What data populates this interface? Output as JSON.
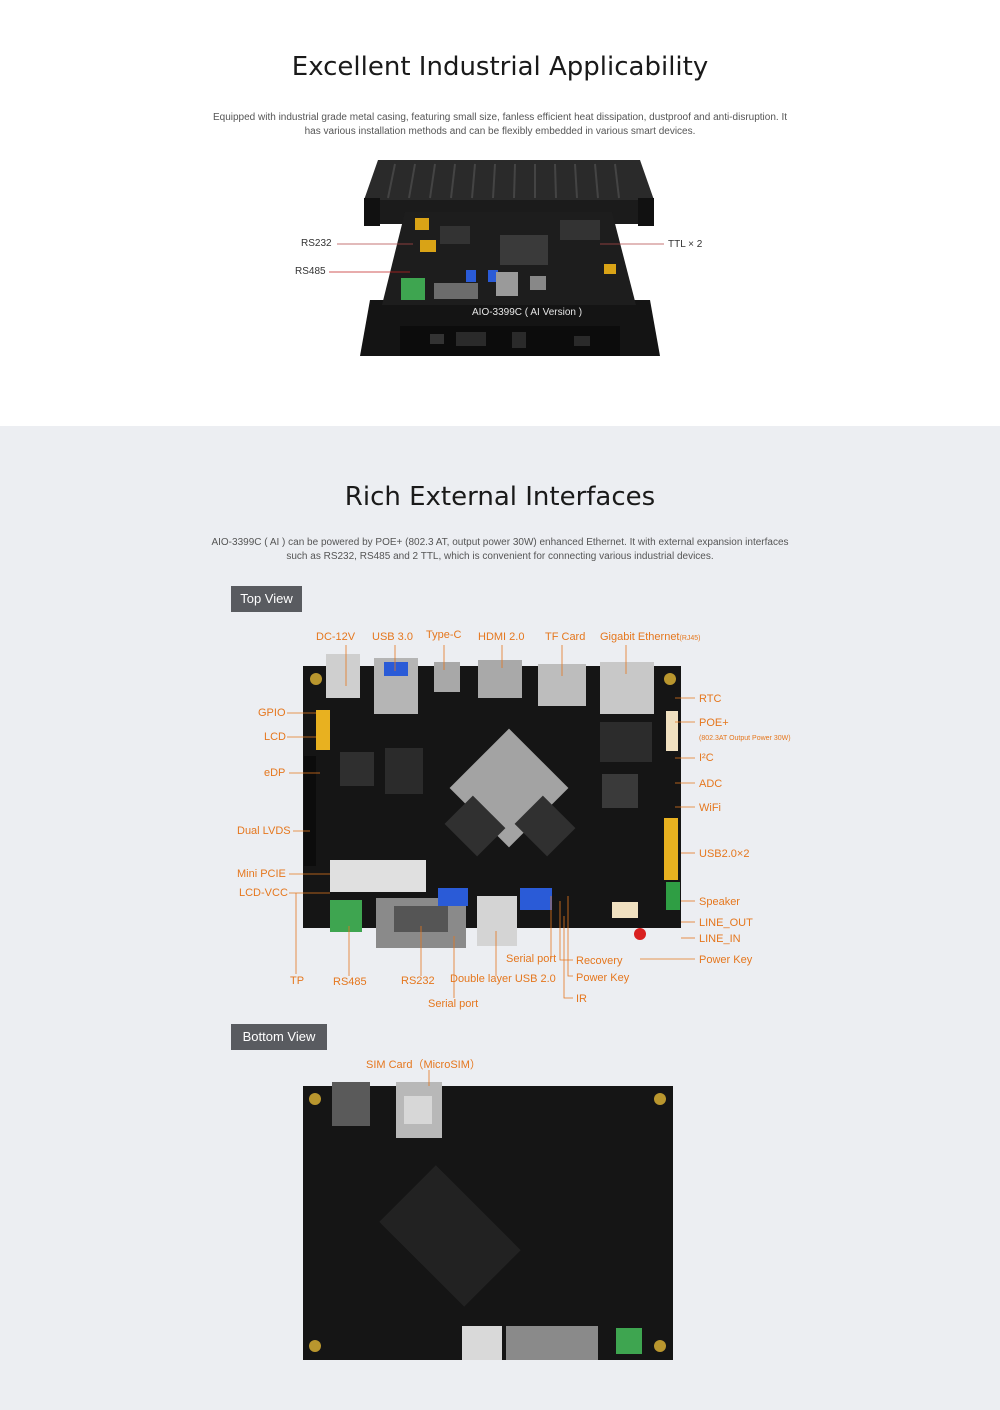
{
  "section1": {
    "title": "Excellent Industrial Applicability",
    "description_line1": "Equipped with industrial grade metal casing, featuring small size, fanless efficient heat dissipation, dustproof and anti-disruption. It",
    "description_line2": "has various installation methods and can be flexibly embedded in various smart devices.",
    "callouts": {
      "rs232": "RS232",
      "rs485": "RS485",
      "ttl": "TTL × 2"
    },
    "board_label": "AIO-3399C ( AI Version )"
  },
  "section2": {
    "title": "Rich External Interfaces",
    "description_line1": "AIO-3399C ( AI ) can be powered by POE+ (802.3 AT, output power 30W) enhanced Ethernet. It with external expansion interfaces",
    "description_line2": "such as RS232, RS485 and 2 TTL, which is convenient for connecting various industrial devices.",
    "top_view_tag": "Top View",
    "bottom_view_tag": "Bottom View",
    "top_labels": {
      "dc12v": "DC-12V",
      "usb30": "USB 3.0",
      "typec": "Type-C",
      "hdmi": "HDMI 2.0",
      "tfcard": "TF Card",
      "gigabit": "Gigabit Ethernet",
      "gigabit_sub": "(RJ45)",
      "gpio": "GPIO",
      "lcd": "LCD",
      "edp": "eDP",
      "dual_lvds": "Dual LVDS",
      "mini_pcie": "Mini PCIE",
      "lcd_vcc": "LCD-VCC",
      "tp": "TP",
      "rs485": "RS485",
      "rs232": "RS232",
      "double_usb": "Double layer USB 2.0",
      "serial_port_lower": "Serial port",
      "serial_port_upper": "Serial port",
      "recovery": "Recovery",
      "power_key_left": "Power Key",
      "ir": "IR",
      "rtc": "RTC",
      "poe": "POE+",
      "poe_sub": "(802.3AT Output Power 30W)",
      "i2c": "I²C",
      "adc": "ADC",
      "wifi": "WiFi",
      "usb20x2": "USB2.0×2",
      "speaker": "Speaker",
      "line_out": "LINE_OUT",
      "line_in": "LINE_IN",
      "power_key_right": "Power Key"
    },
    "bottom_labels": {
      "sim": "SIM Card（MicroSIM）"
    }
  },
  "colors": {
    "accent_orange": "#e5771e",
    "pcb": "#151515",
    "tag_gray": "#595b60",
    "section_bg": "#eceef2"
  }
}
